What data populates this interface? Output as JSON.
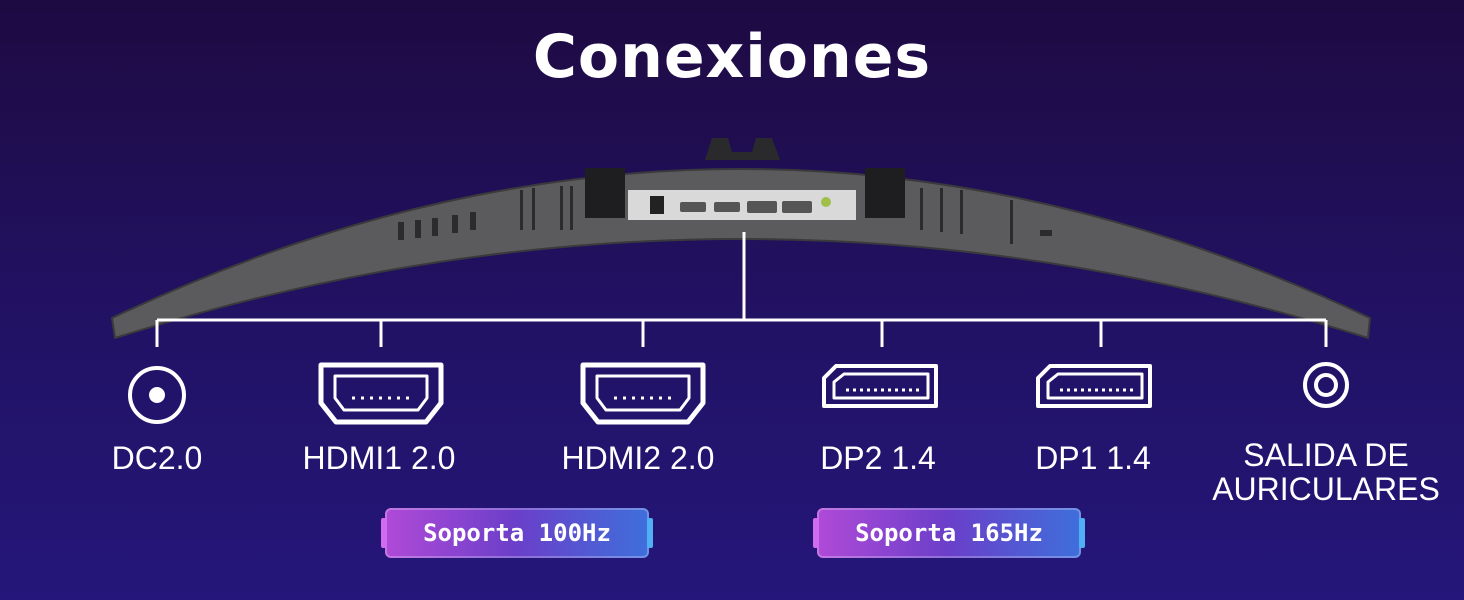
{
  "title": "Conexiones",
  "ports": [
    {
      "label": "DC2.0",
      "icon": "dc-power-icon"
    },
    {
      "label": "HDMI1 2.0",
      "icon": "hdmi-icon"
    },
    {
      "label": "HDMI2 2.0",
      "icon": "hdmi-icon"
    },
    {
      "label": "DP2 1.4",
      "icon": "displayport-icon"
    },
    {
      "label": "DP1 1.4",
      "icon": "displayport-icon"
    },
    {
      "label_line1": "SALIDA DE",
      "label_line2": "AURICULARES",
      "icon": "headphone-jack-icon"
    }
  ],
  "badges": [
    {
      "label": "Soporta 100Hz"
    },
    {
      "label": "Soporta 165Hz"
    }
  ],
  "colors": {
    "bg_top": "#1e0a42",
    "bg_bottom": "#24167a",
    "monitor": "#5a5a5c",
    "badge_left": "#b04ad8",
    "badge_right": "#3f6fdc"
  }
}
